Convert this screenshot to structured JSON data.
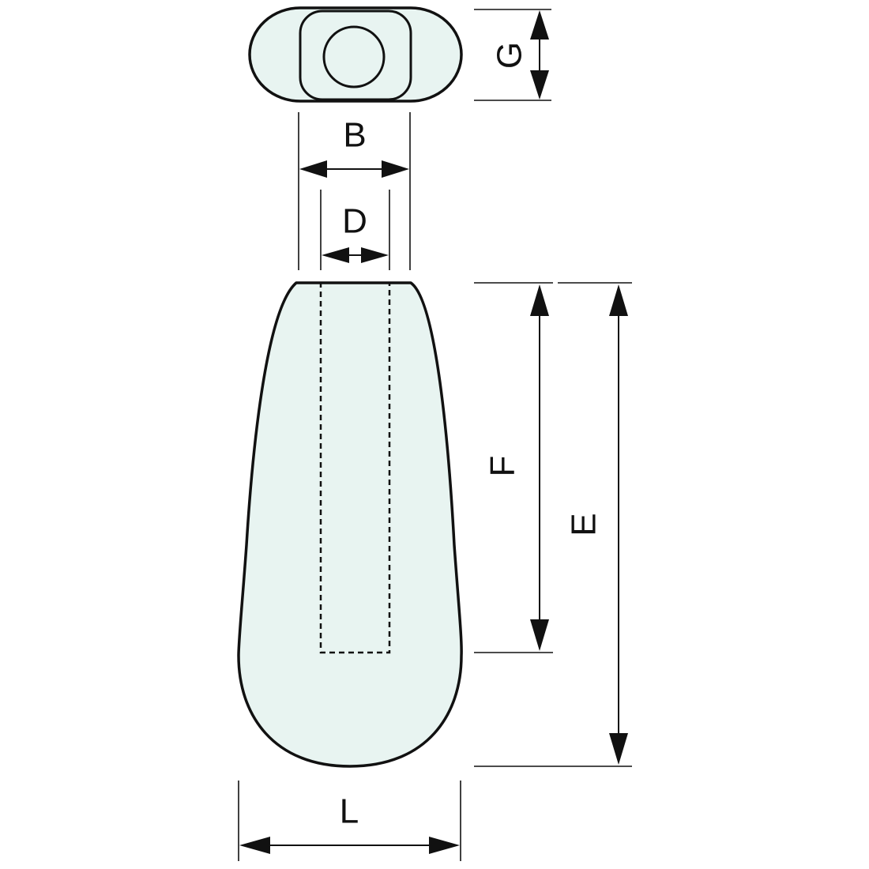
{
  "dimensions": {
    "B": "B",
    "D": "D",
    "G": "G",
    "F": "F",
    "E": "E",
    "L": "L"
  },
  "colors": {
    "fill": "#e8f4f1",
    "line": "#111111"
  }
}
